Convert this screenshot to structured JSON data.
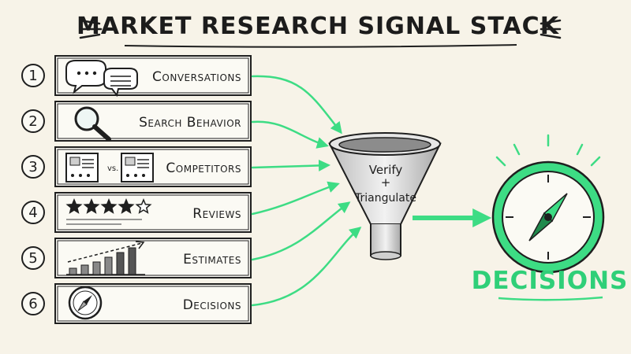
{
  "title": "Market Research Signal Stack",
  "colors": {
    "accent": "#3ddc84",
    "ink": "#1f1f1f",
    "paper": "#f7f3e8"
  },
  "steps": [
    {
      "number": "1",
      "label": "Conversations",
      "icon": "chat-bubbles-icon"
    },
    {
      "number": "2",
      "label": "Search Behavior",
      "icon": "magnifier-icon"
    },
    {
      "number": "3",
      "label": "Competitors",
      "icon": "competitor-compare-icon",
      "vs_text": "vs."
    },
    {
      "number": "4",
      "label": "Reviews",
      "icon": "star-rating-icon"
    },
    {
      "number": "5",
      "label": "Estimates",
      "icon": "bar-growth-icon"
    },
    {
      "number": "6",
      "label": "Decisions",
      "icon": "compass-icon"
    }
  ],
  "funnel": {
    "line1": "Verify",
    "line2": "+",
    "line3": "Triangulate"
  },
  "outcome": {
    "label": "Decisions",
    "icon": "compass-icon"
  }
}
